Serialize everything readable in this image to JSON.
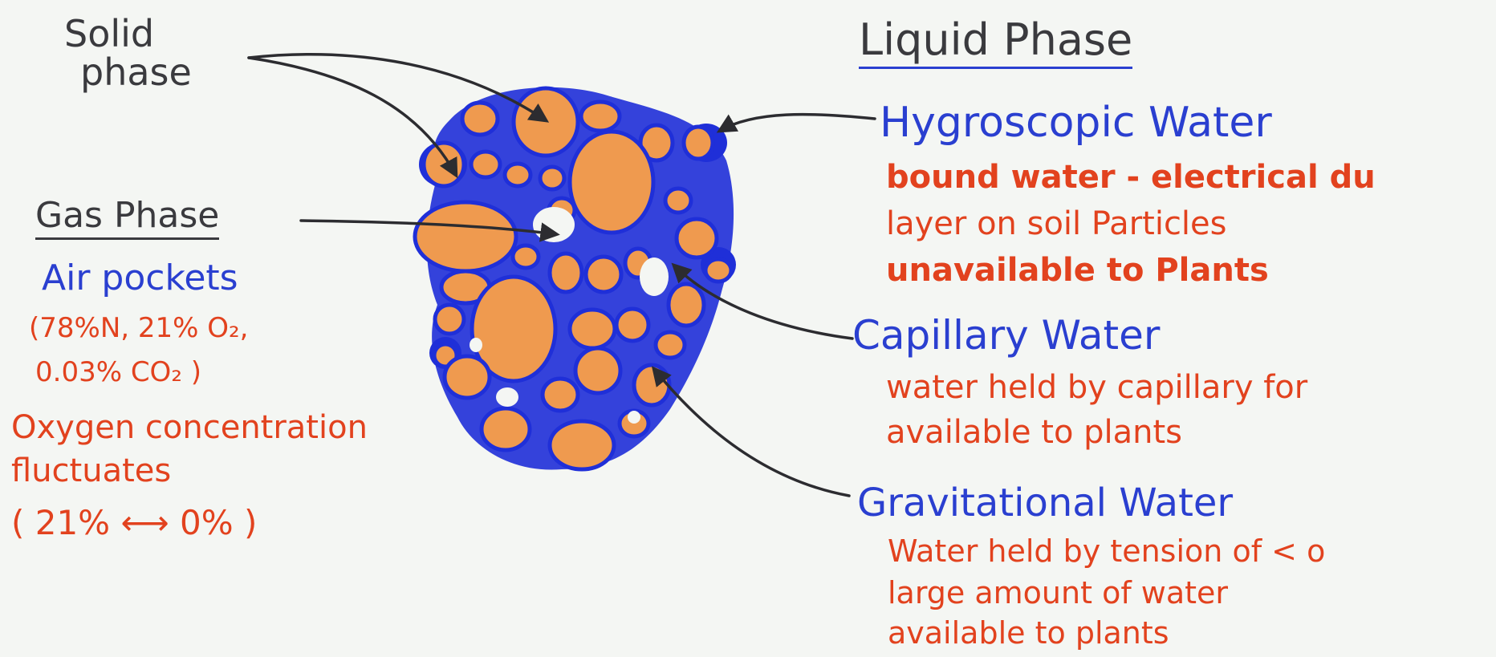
{
  "labels": {
    "solid_phase_line1": "Solid",
    "solid_phase_line2": "phase",
    "gas_phase": "Gas Phase",
    "air_pockets": "Air pockets",
    "air_comp_line1": "(78%N, 21% O₂,",
    "air_comp_line2": "0.03% CO₂ )",
    "oxygen_line1": "Oxygen concentration",
    "oxygen_line2": "fluctuates",
    "oxygen_line3": "( 21% ⟷ 0% )",
    "liquid_phase": "Liquid Phase",
    "hygroscopic": "Hygroscopic Water",
    "hygro_line1": "bound water - electrical du",
    "hygro_line2": "layer on soil Particles",
    "hygro_line3": "unavailable to Plants",
    "capillary": "Capillary Water",
    "cap_line1": "water held by capillary for",
    "cap_line2": "available to plants",
    "gravitational": "Gravitational Water",
    "grav_line1": "Water held by tension of < o",
    "grav_line2": "large amount of water",
    "grav_line3": "available to plants"
  },
  "colors": {
    "ink_black": "#3a3a3e",
    "ink_blue": "#2a3fd0",
    "ink_red": "#e2421e",
    "particle_orange": "#ef9a4f",
    "water_blue": "#1f2fd8",
    "paper": "#f4f6f3"
  }
}
